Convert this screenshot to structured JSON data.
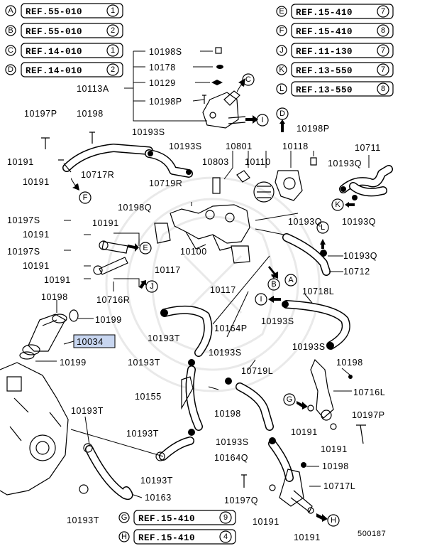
{
  "refs_left": [
    {
      "letter": "A",
      "text": "REF.55-010",
      "num": "1"
    },
    {
      "letter": "B",
      "text": "REF.55-010",
      "num": "2"
    },
    {
      "letter": "C",
      "text": "REF.14-010",
      "num": "1"
    },
    {
      "letter": "D",
      "text": "REF.14-010",
      "num": "2"
    }
  ],
  "refs_right": [
    {
      "letter": "E",
      "text": "REF.15-410",
      "num": "7"
    },
    {
      "letter": "F",
      "text": "REF.15-410",
      "num": "8"
    },
    {
      "letter": "J",
      "text": "REF.11-130",
      "num": "7"
    },
    {
      "letter": "K",
      "text": "REF.13-550",
      "num": "7"
    },
    {
      "letter": "L",
      "text": "REF.13-550",
      "num": "8"
    }
  ],
  "refs_bottom": [
    {
      "letter": "G",
      "text": "REF.15-410",
      "num": "9"
    },
    {
      "letter": "H",
      "text": "REF.15-410",
      "num": "4"
    }
  ],
  "parts": {
    "p10198S": "10198S",
    "p10178": "10178",
    "p10129": "10129",
    "p10198P_top": "10198P",
    "p10113A": "10113A",
    "p10197P_l": "10197P",
    "p10198_l": "10198",
    "p10191_a": "10191",
    "p10717R": "10717R",
    "p10191_b": "10191",
    "p10193S_a": "10193S",
    "p10193S_b": "10193S",
    "p10719R": "10719R",
    "p10801": "10801",
    "p10803": "10803",
    "p10118": "10118",
    "p10110": "10110",
    "p10198P_r": "10198P",
    "p10711": "10711",
    "p10193Q_a": "10193Q",
    "p10193Q_b": "10193Q",
    "p10198Q": "10198Q",
    "p10193Q_c": "10193Q",
    "p10197S_a": "10197S",
    "p10191_c": "10191",
    "p10191_d": "10191",
    "p10197S_b": "10197S",
    "p10191_e": "10191",
    "p10191_f": "10191",
    "p10716R": "10716R",
    "p10117_a": "10117",
    "p10100": "10100",
    "p10117_b": "10117",
    "p10193Q_d": "10193Q",
    "p10712": "10712",
    "p10718L": "10718L",
    "p10198_m": "10198",
    "p10199_a": "10199",
    "p10034": "10034",
    "p10199_b": "10199",
    "p10193T_a": "10193T",
    "p10164P": "10164P",
    "p10193S_c": "10193S",
    "p10193S_d": "10193S",
    "p10193T_b": "10193T",
    "p10193S_e": "10193S",
    "p10719L": "10719L",
    "p10198_r": "10198",
    "p10716L": "10716L",
    "p10155": "10155",
    "p10198_n": "10198",
    "p10191_g": "10191",
    "p10197P_r": "10197P",
    "p10193T_c": "10193T",
    "p10191_h": "10191",
    "p10193T_d": "10193T",
    "p10193S_f": "10193S",
    "p10164Q": "10164Q",
    "p10198_s": "10198",
    "p10193T_e": "10193T",
    "p10717L": "10717L",
    "p10163": "10163",
    "p10197Q": "10197Q",
    "p10193T_f": "10193T",
    "p10191_i": "10191",
    "p10191_j": "10191"
  },
  "callouts": {
    "C": "C",
    "I_top": "I",
    "D": "D",
    "F": "F",
    "E": "E",
    "J": "J",
    "K": "K",
    "L": "L",
    "A": "A",
    "B": "B",
    "I_mid": "I",
    "G": "G",
    "H": "H"
  },
  "diagram_number": "500187",
  "colors": {
    "line": "#000000",
    "highlight": "#c8d6f0",
    "watermark": "#e9e9e9"
  }
}
